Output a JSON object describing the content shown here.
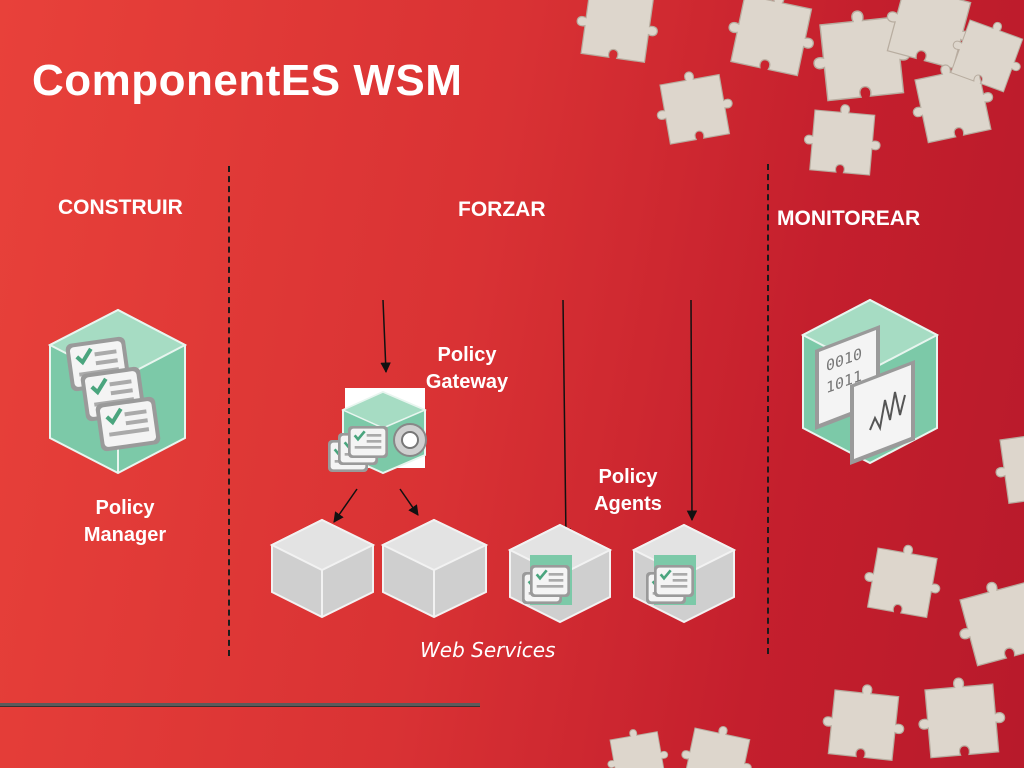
{
  "slide": {
    "title": "ComponentES WSM",
    "sections": {
      "build": "CONSTRUIR",
      "enforce": "FORZAR",
      "monitor": "MONITOREAR"
    },
    "labels": {
      "policy_manager": [
        "Policy",
        "Manager"
      ],
      "policy_gateway": [
        "Policy",
        "Gateway"
      ],
      "policy_agents": [
        "Policy",
        "Agents"
      ],
      "web_services": "Web Services"
    },
    "colors": {
      "background": "#d93234",
      "puzzle": "#ddd6cc",
      "cube_green": "#7cc9a8",
      "cube_gray": "#cfcfcf"
    },
    "icons": [
      "puzzle-piece-icon",
      "policy-manager-cube-icon",
      "policy-gateway-icon",
      "web-service-cube-icon",
      "policy-agent-cube-icon",
      "monitor-cube-icon"
    ]
  }
}
